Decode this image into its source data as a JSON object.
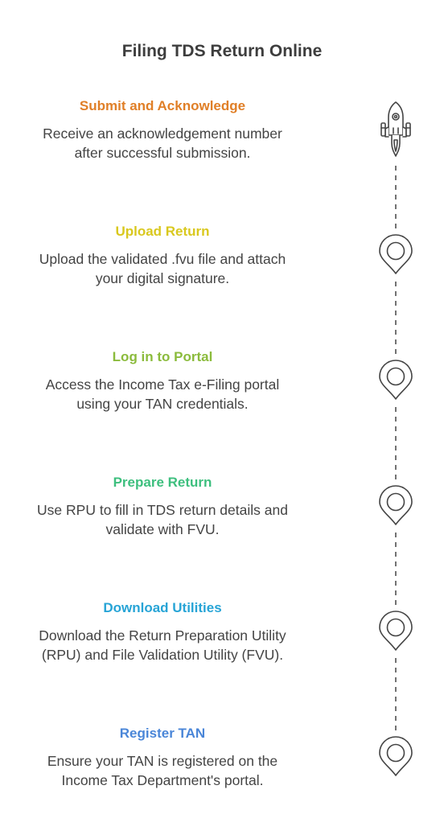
{
  "title": "Filing TDS Return Online",
  "steps": [
    {
      "heading": "Submit and Acknowledge",
      "lines": [
        "Receive an acknowledgement number",
        "after successful submission."
      ],
      "color": "#e07f27",
      "icon": "rocket-icon"
    },
    {
      "heading": "Upload Return",
      "lines": [
        "Upload the validated .fvu file and attach",
        "your digital signature."
      ],
      "color": "#d9c81e",
      "icon": "map-pin-icon"
    },
    {
      "heading": "Log in to Portal",
      "lines": [
        "Access the Income Tax e-Filing portal",
        "using your TAN credentials."
      ],
      "color": "#8bbb3c",
      "icon": "map-pin-icon"
    },
    {
      "heading": "Prepare Return",
      "lines": [
        "Use RPU to fill in TDS return details and",
        "validate with FVU."
      ],
      "color": "#3dbf7e",
      "icon": "map-pin-icon"
    },
    {
      "heading": "Download Utilities",
      "lines": [
        "Download the Return Preparation Utility",
        "(RPU) and File Validation Utility (FVU)."
      ],
      "color": "#27a4d6",
      "icon": "map-pin-icon"
    },
    {
      "heading": "Register TAN",
      "lines": [
        "Ensure your TAN is registered on the",
        "Income Tax Department's portal."
      ],
      "color": "#4a86d8",
      "icon": "map-pin-icon"
    }
  ]
}
